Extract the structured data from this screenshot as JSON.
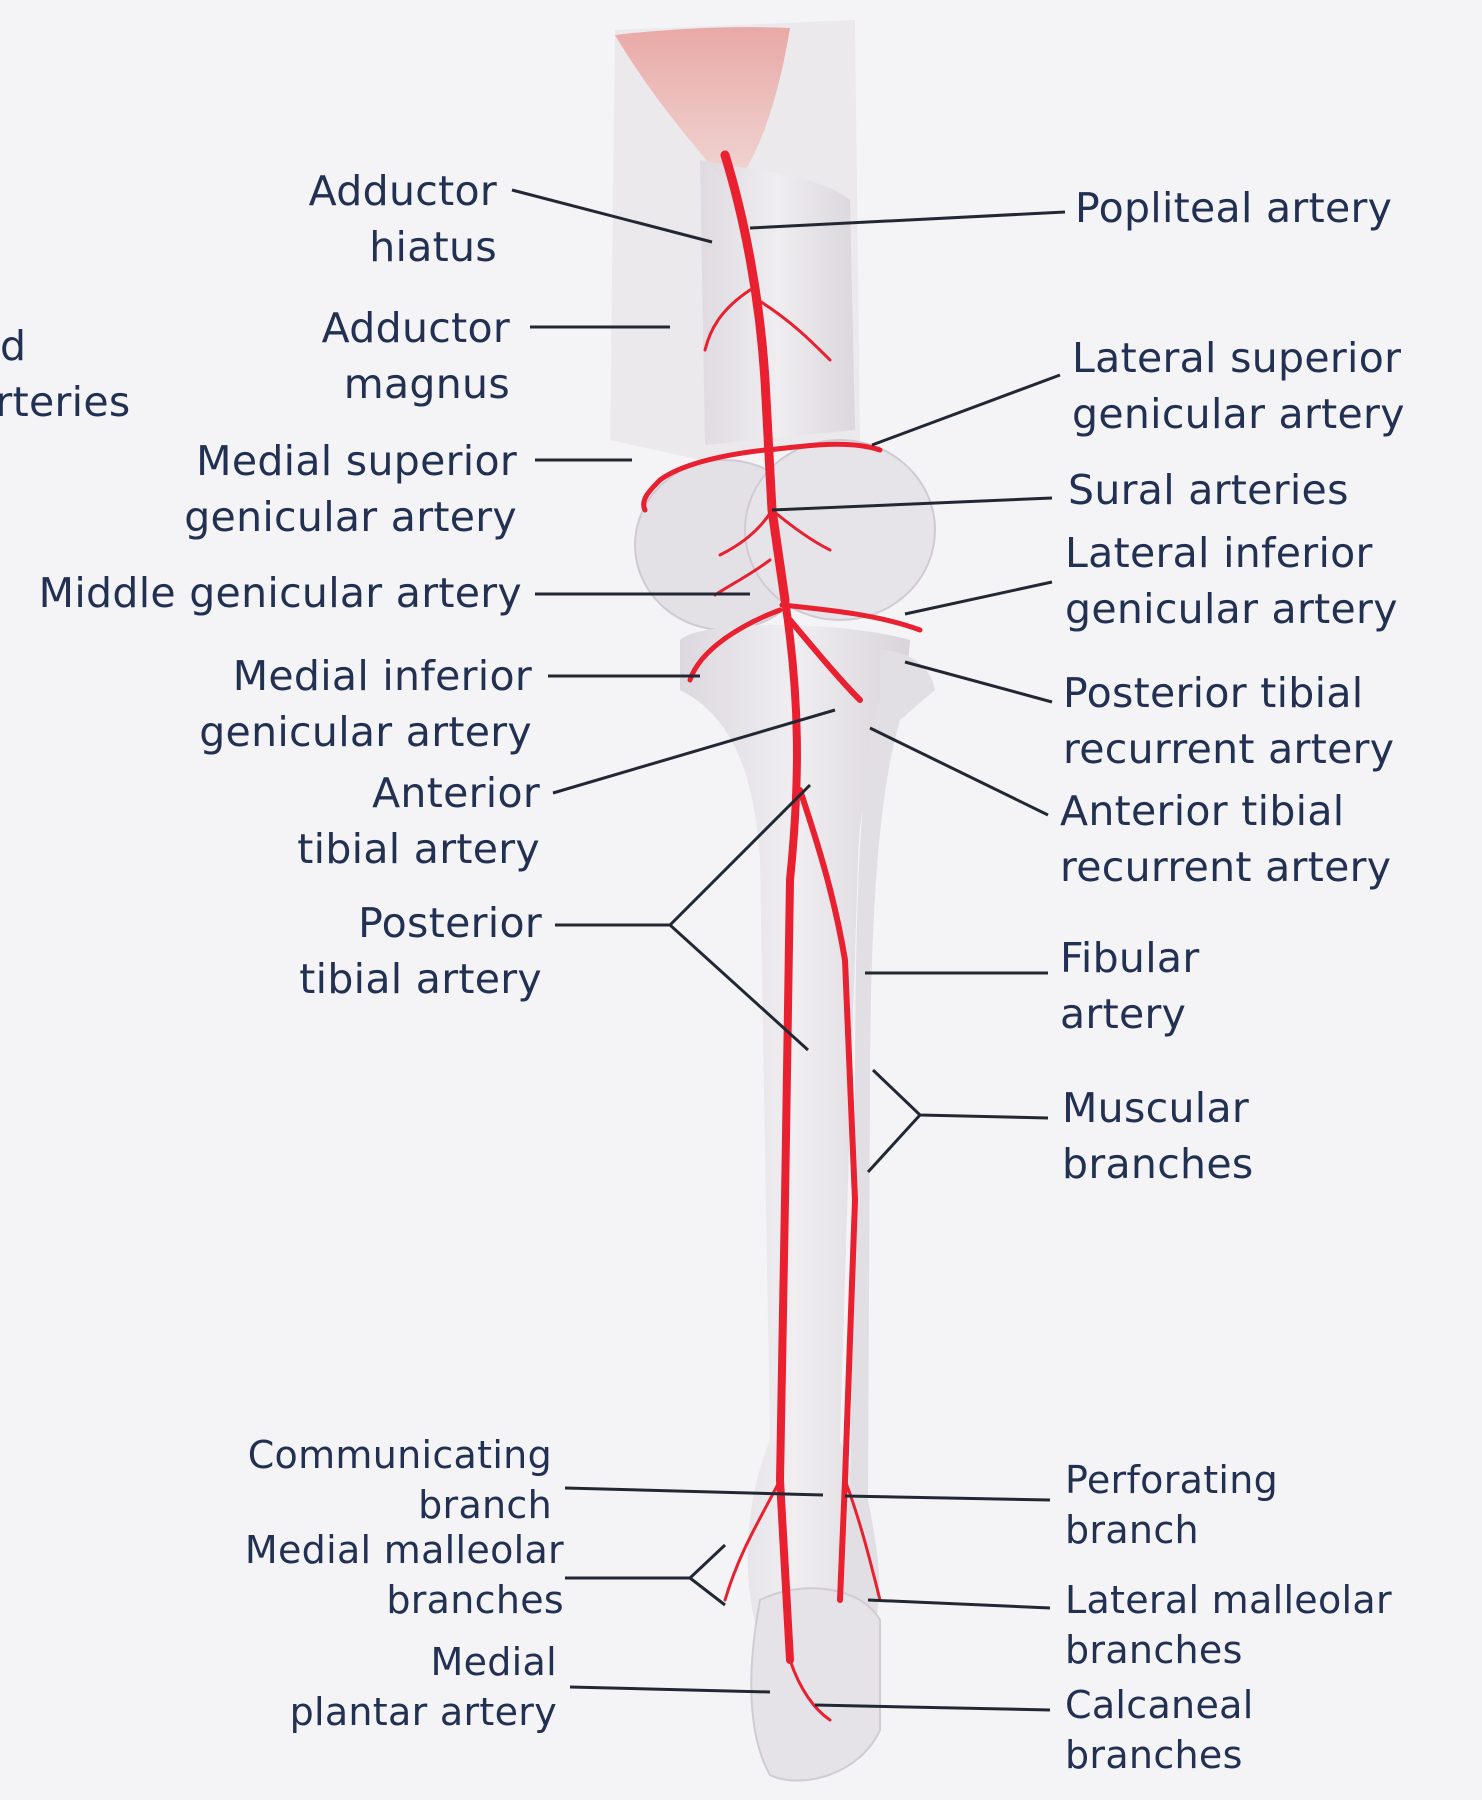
{
  "colors": {
    "label": "#223052",
    "artery": "#e8202f",
    "bone": "#e9e6ea",
    "muscle": "#e59a96",
    "leader": "#222833"
  },
  "labels": {
    "adductor_hiatus": [
      "Adductor",
      "hiatus"
    ],
    "adductor_magnus": [
      "Adductor",
      "magnus"
    ],
    "medial_superior_genicular": [
      "Medial superior",
      "genicular artery"
    ],
    "middle_genicular": [
      "Middle genicular artery"
    ],
    "medial_inferior_genicular": [
      "Medial inferior",
      "genicular artery"
    ],
    "anterior_tibial": [
      "Anterior",
      "tibial artery"
    ],
    "posterior_tibial": [
      "Posterior",
      "tibial artery"
    ],
    "communicating_branch": [
      "Communicating",
      "branch"
    ],
    "medial_malleolar": [
      "Medial malleolar",
      "branches"
    ],
    "medial_plantar": [
      "Medial",
      "plantar artery"
    ],
    "popliteal": [
      "Popliteal artery"
    ],
    "lateral_superior_genicular": [
      "Lateral superior",
      "genicular artery"
    ],
    "sural": [
      "Sural arteries"
    ],
    "lateral_inferior_genicular": [
      "Lateral inferior",
      "genicular artery"
    ],
    "posterior_tibial_recurrent": [
      "Posterior tibial",
      "recurrent artery"
    ],
    "anterior_tibial_recurrent": [
      "Anterior tibial",
      "recurrent artery"
    ],
    "fibular": [
      "Fibular",
      "artery"
    ],
    "muscular_branches": [
      "Muscular",
      "branches"
    ],
    "perforating_branch": [
      "Perforating",
      "branch"
    ],
    "lateral_malleolar": [
      "Lateral malleolar",
      "branches"
    ],
    "calcaneal": [
      "Calcaneal",
      "branches"
    ],
    "cut_off_left": [
      "d",
      "arteries"
    ]
  }
}
